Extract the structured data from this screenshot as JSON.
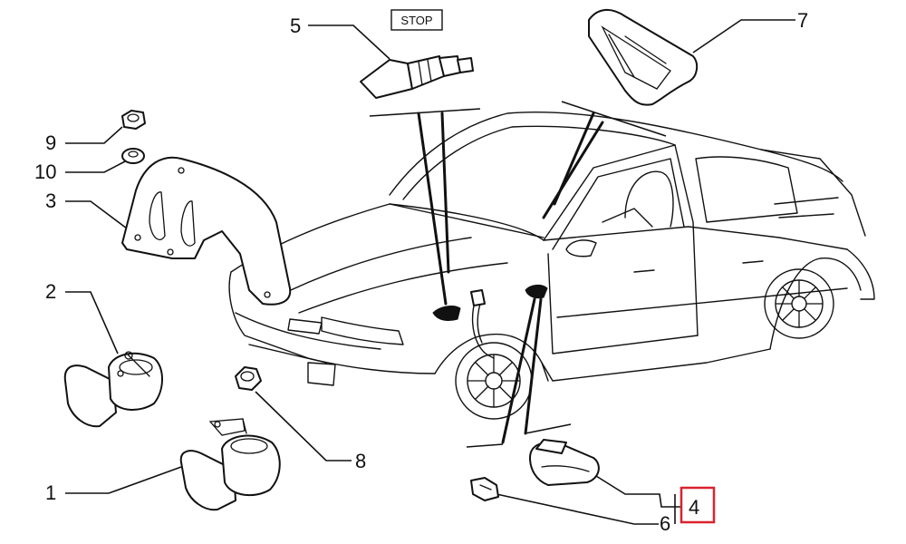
{
  "diagram": {
    "stop_switch_label": "STOP",
    "callouts": [
      {
        "id": "1",
        "label": "1"
      },
      {
        "id": "2",
        "label": "2"
      },
      {
        "id": "3",
        "label": "3"
      },
      {
        "id": "4",
        "label": "4"
      },
      {
        "id": "5",
        "label": "5"
      },
      {
        "id": "6",
        "label": "6"
      },
      {
        "id": "7",
        "label": "7"
      },
      {
        "id": "8",
        "label": "8"
      },
      {
        "id": "9",
        "label": "9"
      },
      {
        "id": "10",
        "label": "10"
      }
    ],
    "highlighted_callout": "4",
    "colors": {
      "line": "#111111",
      "highlight": "#d9232e",
      "background": "#ffffff"
    }
  }
}
